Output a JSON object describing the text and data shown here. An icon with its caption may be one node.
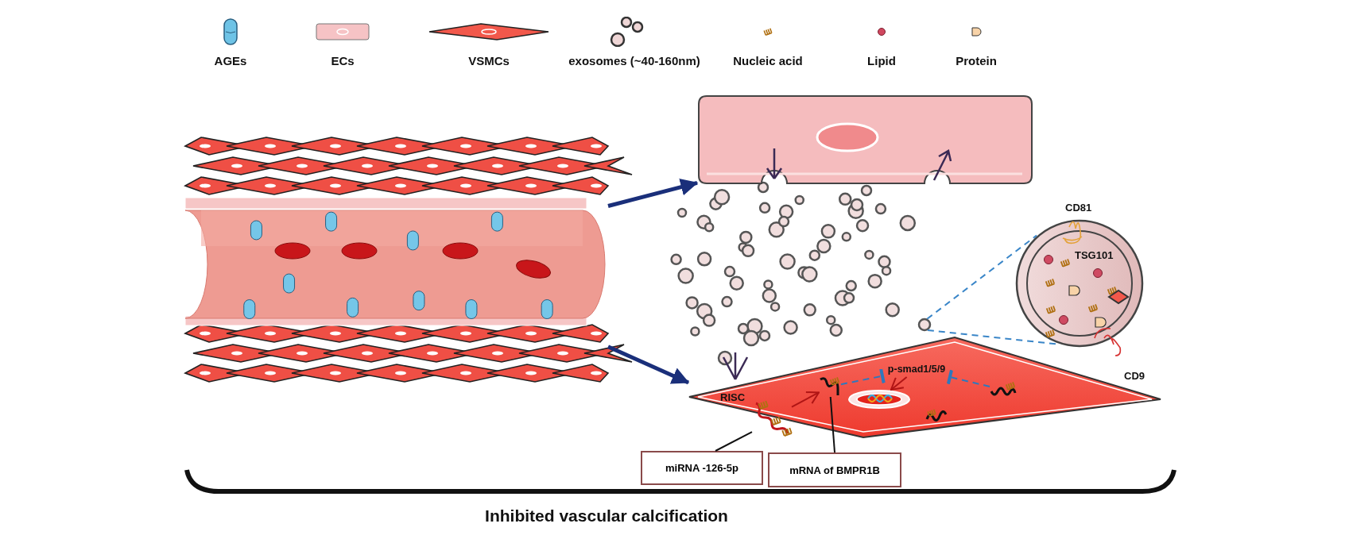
{
  "diagram": {
    "caption": "Inhibited vascular calcification",
    "nodes": [
      {
        "text": [],
        "shape": "picture"
      },
      {
        "text": [],
        "shape": "picture"
      },
      {
        "text": [],
        "shape": "circle"
      },
      {
        "text": [],
        "shape": "circle"
      },
      {
        "text": [],
        "shape": "picture"
      },
      {
        "text": [],
        "shape": "picture",
        "in": 4
      },
      {
        "text": [],
        "shape": "picture",
        "in": 4
      },
      {
        "text": [
          "p-smad1/5/9"
        ],
        "in": 4
      },
      {
        "text": [],
        "shape": "ellipse",
        "in": 4
      },
      {
        "text": [],
        "shape": "picture",
        "in": 4
      },
      {
        "text": [
          "miRNA -126-5p"
        ]
      },
      {
        "text": [
          "mRNA of BMPR1B"
        ]
      }
    ],
    "edges": [
      {
        "from": 0,
        "to": 1,
        "arrow": "to",
        "style": "thick",
        "color": "#1a2f7a"
      },
      {
        "from": 0,
        "to": 4,
        "arrow": "to",
        "style": "thick",
        "color": "#1a2f7a"
      },
      {
        "from": 2,
        "to": 3,
        "arrow": "none",
        "style": "dashed",
        "color": "#3a86c8"
      },
      {
        "from": 2,
        "to": 3,
        "arrow": "none",
        "style": "dashed",
        "color": "#3a86c8"
      },
      {
        "from": 10,
        "to": 5,
        "arrow": "none",
        "color": "#111111"
      },
      {
        "from": 11,
        "to": 6,
        "arrow": "none",
        "color": "#111111"
      },
      {
        "from": 5,
        "to": 6,
        "arrow": "to",
        "color": "#b01515"
      },
      {
        "from": 6,
        "to": 7,
        "arrow": "other",
        "style": "dashed",
        "color": "#2f78bd"
      },
      {
        "from": 9,
        "to": 7,
        "arrow": "other",
        "style": "dashed",
        "color": "#2f78bd"
      },
      {
        "from": 7,
        "to": 8,
        "arrow": "to",
        "color": "#b01515"
      }
    ],
    "labels": [
      "CD81",
      "TSG101",
      "RISC",
      "CD9"
    ],
    "legend": [
      {
        "text": "AGEs"
      },
      {
        "text": "ECs"
      },
      {
        "text": "VSMCs"
      },
      {
        "text": "exosomes  (~40-160nm)"
      },
      {
        "text": "Nucleic acid"
      },
      {
        "text": "Lipid"
      },
      {
        "text": "Protein"
      }
    ]
  }
}
